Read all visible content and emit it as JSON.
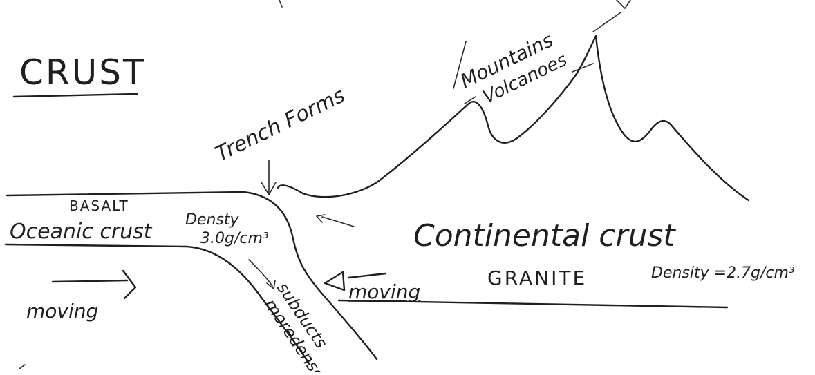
{
  "diagram": {
    "title": "CRUST",
    "labels": {
      "mountains": "Mountains",
      "volcanoes": "Volcanoes",
      "trench": "Trench Forms",
      "basalt": "BASALT",
      "oceanic": "Oceanic crust",
      "density_oceanic_1": "Densty",
      "density_oceanic_2": "3.0g/cm³",
      "continental": "Continental crust",
      "granite": "GRANITE",
      "density_continental": "Density =2.7g/cm³",
      "moving_left": "moving",
      "moving_right": "moving",
      "subducts": "subducts",
      "more_dense": "moredense"
    }
  }
}
